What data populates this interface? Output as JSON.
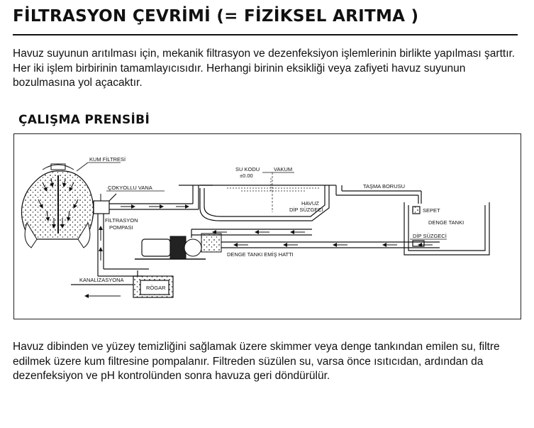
{
  "document": {
    "title": "FİLTRASYON ÇEVRİMİ (= FİZİKSEL ARITMA )",
    "intro_paragraph": "Havuz suyunun arıtılması için, mekanik filtrasyon ve dezenfeksiyon işlemlerinin birlikte yapılması şarttır. Her iki işlem birbirinin tamamlayıcısıdır. Herhangi birinin eksikliği veya zafiyeti havuz suyunun bozulmasına yol açacaktır.",
    "section_title": "ÇALIŞMA PRENSİBİ",
    "closing_paragraph": "Havuz dibinden ve yüzey temizliğini sağlamak üzere skimmer veya denge tankından emilen su, filtre edilmek üzere kum filtresine pompalanır. Filtreden süzülen su, varsa önce ısıtıcıdan, ardından da dezenfeksiyon ve pH kontrolünden sonra havuza geri döndürülür."
  },
  "diagram": {
    "labels": {
      "kum_filtresi": "KUM FİLTRESİ",
      "cokyollu_vana": "ÇOKYOLLU VANA",
      "filtrasyon_pompasi_1": "FİLTRASYON",
      "filtrasyon_pompasi_2": "POMPASI",
      "kanalizasyona": "KANALİZASYONA",
      "rogar": "RÖGAR",
      "su_kodu": "SU KODU",
      "su_kodu_value": "±0.00",
      "vakum": "VAKUM",
      "havuz_dip_1": "HAVUZ",
      "havuz_dip_2": "DİP SÜZGECİ",
      "tasma_borusu": "TAŞMA BORUSU",
      "sepet": "SEPET",
      "denge_tanki": "DENGE TANKI",
      "dip_suzgeci": "DİP SÜZGECİ",
      "denge_tanki_emis_hatti": "DENGE TANKI EMİŞ HATTI"
    }
  }
}
